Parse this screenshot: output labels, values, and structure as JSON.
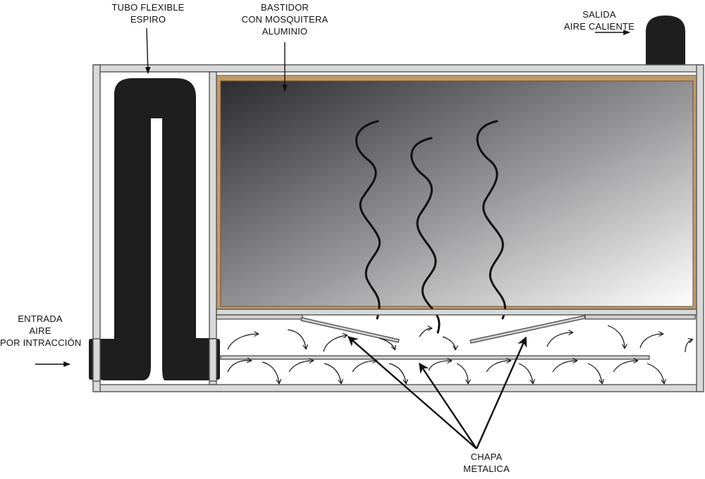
{
  "labels": {
    "tubo": {
      "line1": "TUBO FLEXIBLE",
      "line2": "ESPIRO"
    },
    "bastidor": {
      "line1": "BASTIDOR",
      "line2": "CON MOSQUITERA",
      "line3": "ALUMINIO"
    },
    "salida": {
      "line1": "SALIDA",
      "line2": "AIRE CALIENTE"
    },
    "entrada": {
      "line1": "ENTRADA",
      "line2": "AIRE",
      "line3": "POR INTRACCIÓN"
    },
    "chapa": {
      "line1": "CHAPA",
      "line2": "METALICA"
    }
  },
  "colors": {
    "frame_fill": "#d9d9d9",
    "frame_stroke": "#555555",
    "wood": "#c19a6b",
    "tube": "#1e1e1e",
    "screen_dark": "#2c2c2e",
    "screen_light": "#ffffff"
  }
}
